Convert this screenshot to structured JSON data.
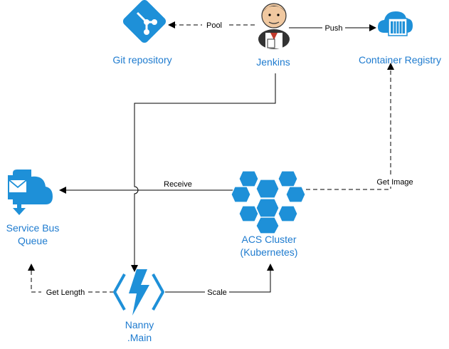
{
  "colors": {
    "accent": "#1e7bcf",
    "icon_blue": "#1e90d8",
    "edge": "#000000",
    "background": "#ffffff"
  },
  "nodes": {
    "git": {
      "label": "Git repository",
      "icon": "git-icon"
    },
    "jenkins": {
      "label": "Jenkins",
      "icon": "jenkins-butler-icon"
    },
    "registry": {
      "label": "Container Registry",
      "icon": "container-registry-icon"
    },
    "servicebus": {
      "label_line1": "Service Bus",
      "label_line2": "Queue",
      "icon": "service-bus-icon"
    },
    "acs": {
      "label_line1": "ACS Cluster",
      "label_line2": "(Kubernetes)",
      "icon": "kubernetes-cluster-icon"
    },
    "nanny": {
      "label_line1": "Nanny",
      "label_line2": ".Main",
      "icon": "function-bolt-icon"
    }
  },
  "edges": {
    "pool": "Pool",
    "push": "Push",
    "receive": "Receive",
    "get_image": "Get Image",
    "get_length": "Get Length",
    "scale": "Scale"
  }
}
